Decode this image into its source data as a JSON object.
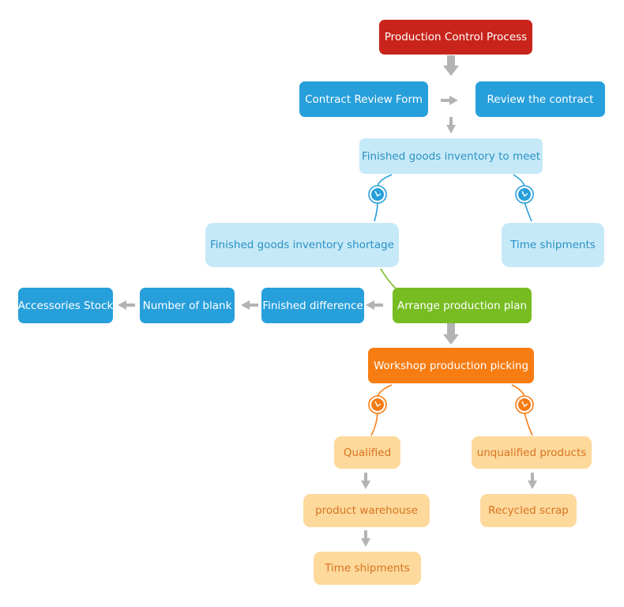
{
  "title": "Production Control Process",
  "nodes": {
    "production_control": "Production Control Process",
    "contract_review_form": "Contract Review Form",
    "review_contract": "Review the contract",
    "finished_goods_meet": "Finished goods inventory to meet",
    "finished_goods_shortage": "Finished goods inventory shortage",
    "time_shipments_top": "Time shipments",
    "accessories_stock": "Accessories Stock",
    "number_of_blank": "Number of blank",
    "finished_difference": "Finished difference",
    "arrange_plan": "Arrange production plan",
    "workshop_picking": "Workshop production picking",
    "qualified": "Qualified",
    "unqualified": "unqualified products",
    "product_warehouse": "product warehouse",
    "recycled_scrap": "Recycled scrap",
    "time_shipments_bottom": "Time shipments"
  },
  "colors": {
    "red": "#c8241b",
    "blue": "#279fdb",
    "light_blue": "#c6e9f8",
    "green": "#77bd22",
    "orange": "#f77c12",
    "peach": "#fdd99c",
    "arrow_gray": "#b3b3b3"
  },
  "icons": {
    "decision_marker": "clock-icon",
    "arrow": "arrow-icon"
  }
}
